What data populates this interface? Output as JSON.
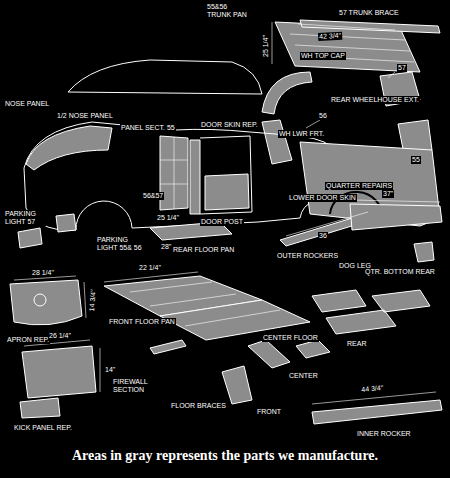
{
  "diagram": {
    "caption": "Areas in gray represents the parts we manufacture.",
    "labels": [
      "55&56 TRUNK PAN",
      "57 TRUNK BRACE",
      "25 1/4\"",
      "42 3/4\"",
      "WH TOP CAP",
      "57",
      "REAR WHEELHOUSE EXT.",
      "56",
      "WH LWR FRT.",
      "55",
      "NOSE PANEL",
      "1/2 NOSE PANEL",
      "DOOR SKIN REP.",
      "PANEL SECT. 55",
      "QUARTER REPAIRS",
      "56&57",
      "PARKING LIGHT 57",
      "DOOR POST",
      "LOWER DOOR SKIN",
      "PARKING LIGHT 55& 56",
      "25 1/4\"",
      "28\"",
      "REAR FLOOR PAN",
      "37\"",
      "36",
      "OUTER ROCKERS",
      "DOG LEG",
      "QTR. BOTTOM REAR",
      "28 1/4\"",
      "14 3/4\"",
      "22 1/4\"",
      "FRONT FLOOR PAN",
      "APRON REP.",
      "CENTER FLOOR",
      "REAR",
      "26 1/4\"",
      "14\"",
      "FIREWALL SECTION",
      "CENTER",
      "KICK PANEL REP.",
      "FLOOR BRACES",
      "FRONT",
      "44 3/4\"",
      "INNER ROCKER"
    ]
  }
}
